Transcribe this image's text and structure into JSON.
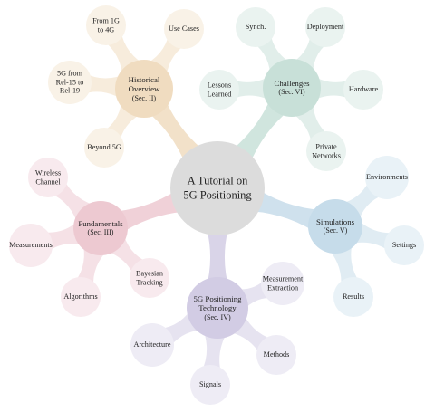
{
  "colors": {
    "center": "#dcdcdc",
    "historical": "#f0dcc0",
    "challenges": "#c8e0d8",
    "simulations": "#c6dcea",
    "technology": "#d2cce4",
    "fundamentals": "#edc9d1"
  },
  "center": {
    "title_line1": "A Tutorial on",
    "title_line2": "5G Positioning"
  },
  "branches": {
    "historical": {
      "title_line1": "Historical",
      "title_line2": "Overview",
      "section": "(Sec. II)",
      "leaves": {
        "from1g": [
          "From 1G",
          "to 4G"
        ],
        "usecases": [
          "Use Cases"
        ],
        "rel": [
          "5G from",
          "Rel-15 to",
          "Rel-19"
        ],
        "beyond": [
          "Beyond 5G"
        ]
      }
    },
    "challenges": {
      "title_line1": "Challenges",
      "section": "(Sec. VI)",
      "leaves": {
        "synch": [
          "Synch."
        ],
        "deployment": [
          "Deployment"
        ],
        "lessons": [
          "Lessons",
          "Learned"
        ],
        "hardware": [
          "Hardware"
        ],
        "private": [
          "Private",
          "Networks"
        ]
      }
    },
    "simulations": {
      "title_line1": "Simulations",
      "section": "(Sec. V)",
      "leaves": {
        "environments": [
          "Environments"
        ],
        "settings": [
          "Settings"
        ],
        "results": [
          "Results"
        ]
      }
    },
    "technology": {
      "title_line1": "5G Positioning",
      "title_line2": "Technology",
      "section": "(Sec. IV)",
      "leaves": {
        "measurement": [
          "Measurement",
          "Extraction"
        ],
        "architecture": [
          "Architecture"
        ],
        "methods": [
          "Methods"
        ],
        "signals": [
          "Signals"
        ]
      }
    },
    "fundamentals": {
      "title_line1": "Fundamentals",
      "section": "(Sec. III)",
      "leaves": {
        "wireless": [
          "Wireless",
          "Channel"
        ],
        "measurements": [
          "Measurements"
        ],
        "bayesian": [
          "Bayesian",
          "Tracking"
        ],
        "algorithms": [
          "Algorithms"
        ]
      }
    }
  }
}
